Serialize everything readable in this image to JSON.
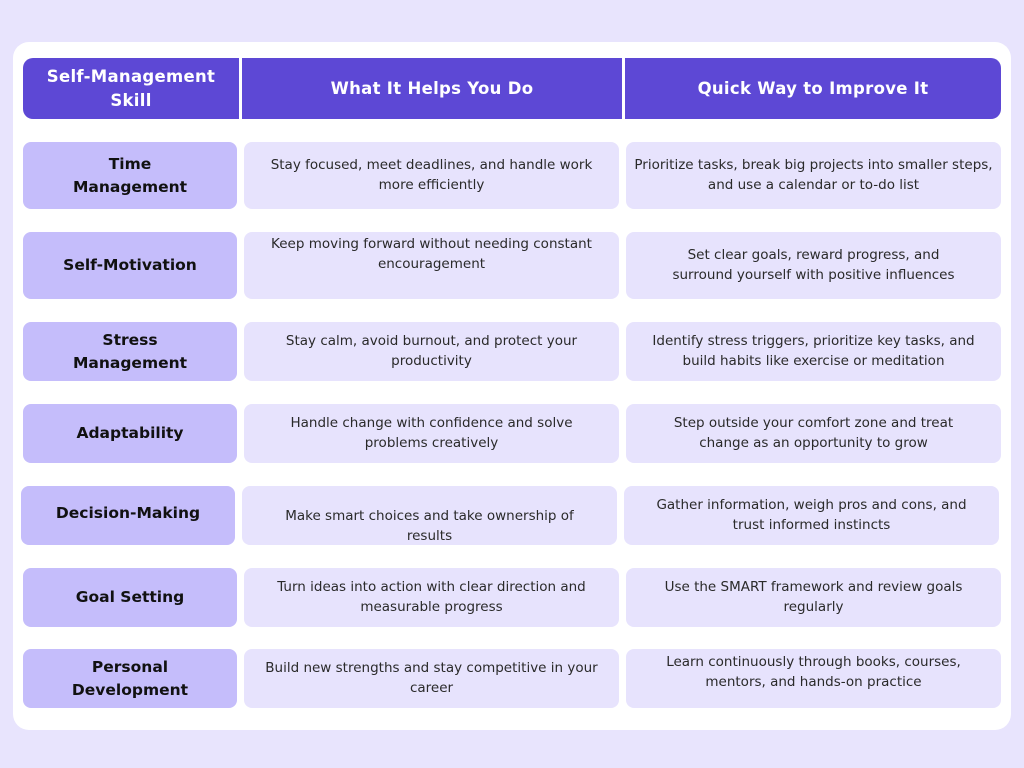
{
  "colors": {
    "page_background": "#e8e4fd",
    "card_background": "#ffffff",
    "header_background": "#5d48d5",
    "skill_cell_background": "#c5bdfb",
    "content_cell_background": "#e7e3fd"
  },
  "table": {
    "headers": [
      "Self-Management Skill",
      "What It Helps You Do",
      "Quick Way to Improve It"
    ],
    "rows": [
      {
        "skill": "Time Management",
        "helps": "Stay focused, meet deadlines, and handle work more efficiently",
        "improve": "Prioritize tasks, break big projects into smaller steps, and use a calendar or to-do list"
      },
      {
        "skill": "Self-Motivation",
        "helps": "Keep moving forward without needing constant encouragement",
        "improve": "Set clear goals, reward progress, and surround yourself with positive influences"
      },
      {
        "skill": "Stress Management",
        "helps": "Stay calm, avoid burnout, and protect your productivity",
        "improve": "Identify stress triggers, prioritize key tasks, and build habits like exercise or meditation"
      },
      {
        "skill": "Adaptability",
        "helps": "Handle change with confidence and solve problems creatively",
        "improve": "Step outside your comfort zone and treat change as an opportunity to grow"
      },
      {
        "skill": "Decision-Making",
        "helps": "Make smart choices and take ownership of results",
        "improve": "Gather information, weigh pros and cons, and trust informed instincts"
      },
      {
        "skill": "Goal Setting",
        "helps": "Turn ideas into action with clear direction and measurable progress",
        "improve": "Use the SMART framework and review goals regularly"
      },
      {
        "skill": "Personal Development",
        "helps": "Build new strengths and stay competitive in your career",
        "improve": "Learn continuously through books, courses, mentors, and hands-on practice"
      }
    ]
  }
}
